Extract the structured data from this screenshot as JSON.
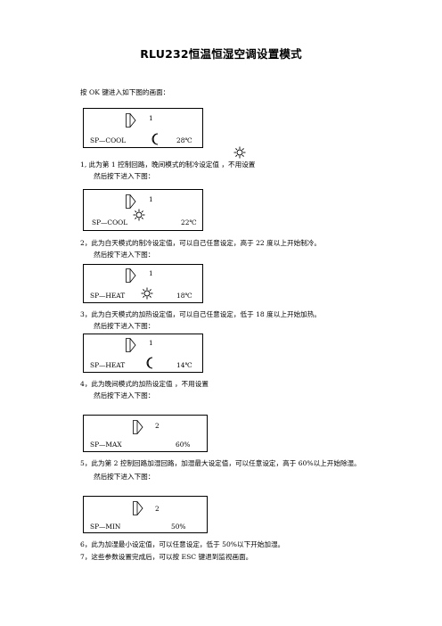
{
  "title": "RLU232恒温恒湿空调设置模式",
  "intro": "按 OK 键进入如下图的画面：",
  "screens": [
    {
      "mode": "SP—COOL",
      "value": "28℃",
      "channel": "1",
      "icon": "moon-icon"
    },
    {
      "mode": "SP—COOL",
      "value": "22℃",
      "channel": "1",
      "icon": "sun-icon"
    },
    {
      "mode": "SP—HEAT",
      "value": "18℃",
      "channel": "1",
      "icon": "sun-icon"
    },
    {
      "mode": "SP—HEAT",
      "value": "14℃",
      "channel": "1",
      "icon": "moon-icon"
    },
    {
      "mode": "SP—MAX",
      "value": "60%",
      "channel": "2"
    },
    {
      "mode": "SP—MIN",
      "value": "50%",
      "channel": "2"
    }
  ],
  "steps": [
    {
      "text": "1, 此为第 1 控制回路，晚间模式的制冷设定值 ，不用设置",
      "next": "然后按下进入下图："
    },
    {
      "text": "2，此为白天模式的制冷设定值，可以自己任意设定，高于 22 度以上开始制冷。",
      "next": "然后按下进入下图："
    },
    {
      "text": "3，此为白天模式的加热设定值，可以自己任意设定，低于 18 度以上开始加热。",
      "next": "然后按下进入下图："
    },
    {
      "text": "4，此为晚间模式的加热设定值 ，不用设置",
      "next": "然后按下进入下图："
    },
    {
      "text": "5，此为第 2 控制回路加湿回路，加湿最大设定值，可以任意设定，高于 60%以上开始除湿。",
      "next": "然后按下进入下图："
    },
    {
      "text": "6，此为加湿最小设定值，可以任意设定，低于 50%以下开始加湿。"
    },
    {
      "text": "7，这些参数设置完成后，可以按 ESC 键退到监视画面。"
    }
  ],
  "colors": {
    "text": "#000000",
    "background": "#ffffff"
  }
}
